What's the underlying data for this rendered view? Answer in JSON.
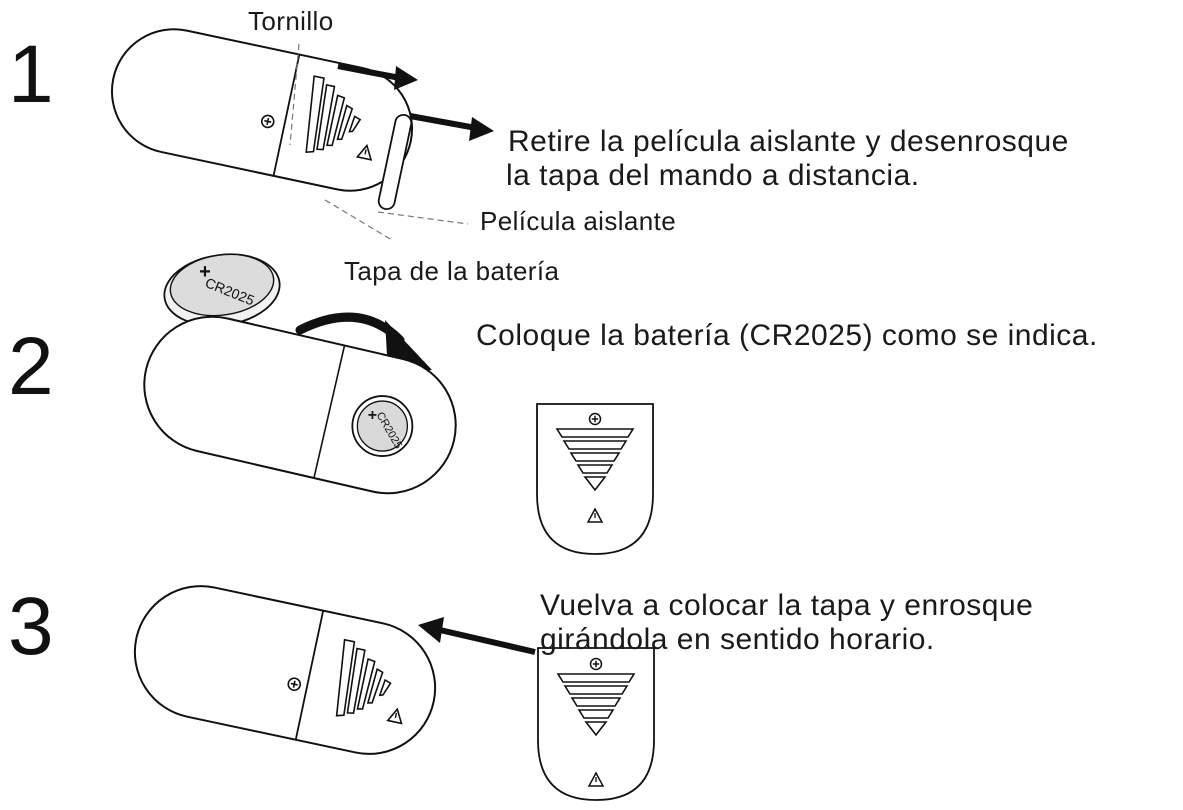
{
  "steps": [
    {
      "number": "1",
      "labels": {
        "screw": "Tornillo",
        "film": "Película aislante",
        "cover": "Tapa de la batería"
      },
      "caption_lines": [
        "Retire la película aislante y desenrosque",
        "la tapa del mando a distancia."
      ]
    },
    {
      "number": "2",
      "battery_text": "CR2025",
      "caption_lines": [
        "Coloque la batería (CR2025) como se indica."
      ]
    },
    {
      "number": "3",
      "caption_lines": [
        "Vuelva a colocar la tapa y enrosque",
        "girándola en sentido horario."
      ]
    }
  ],
  "icons": [
    "plus-icon",
    "warning-triangle-icon",
    "stripe-triangle-icon",
    "arrow-icon",
    "curved-arrow-icon"
  ]
}
